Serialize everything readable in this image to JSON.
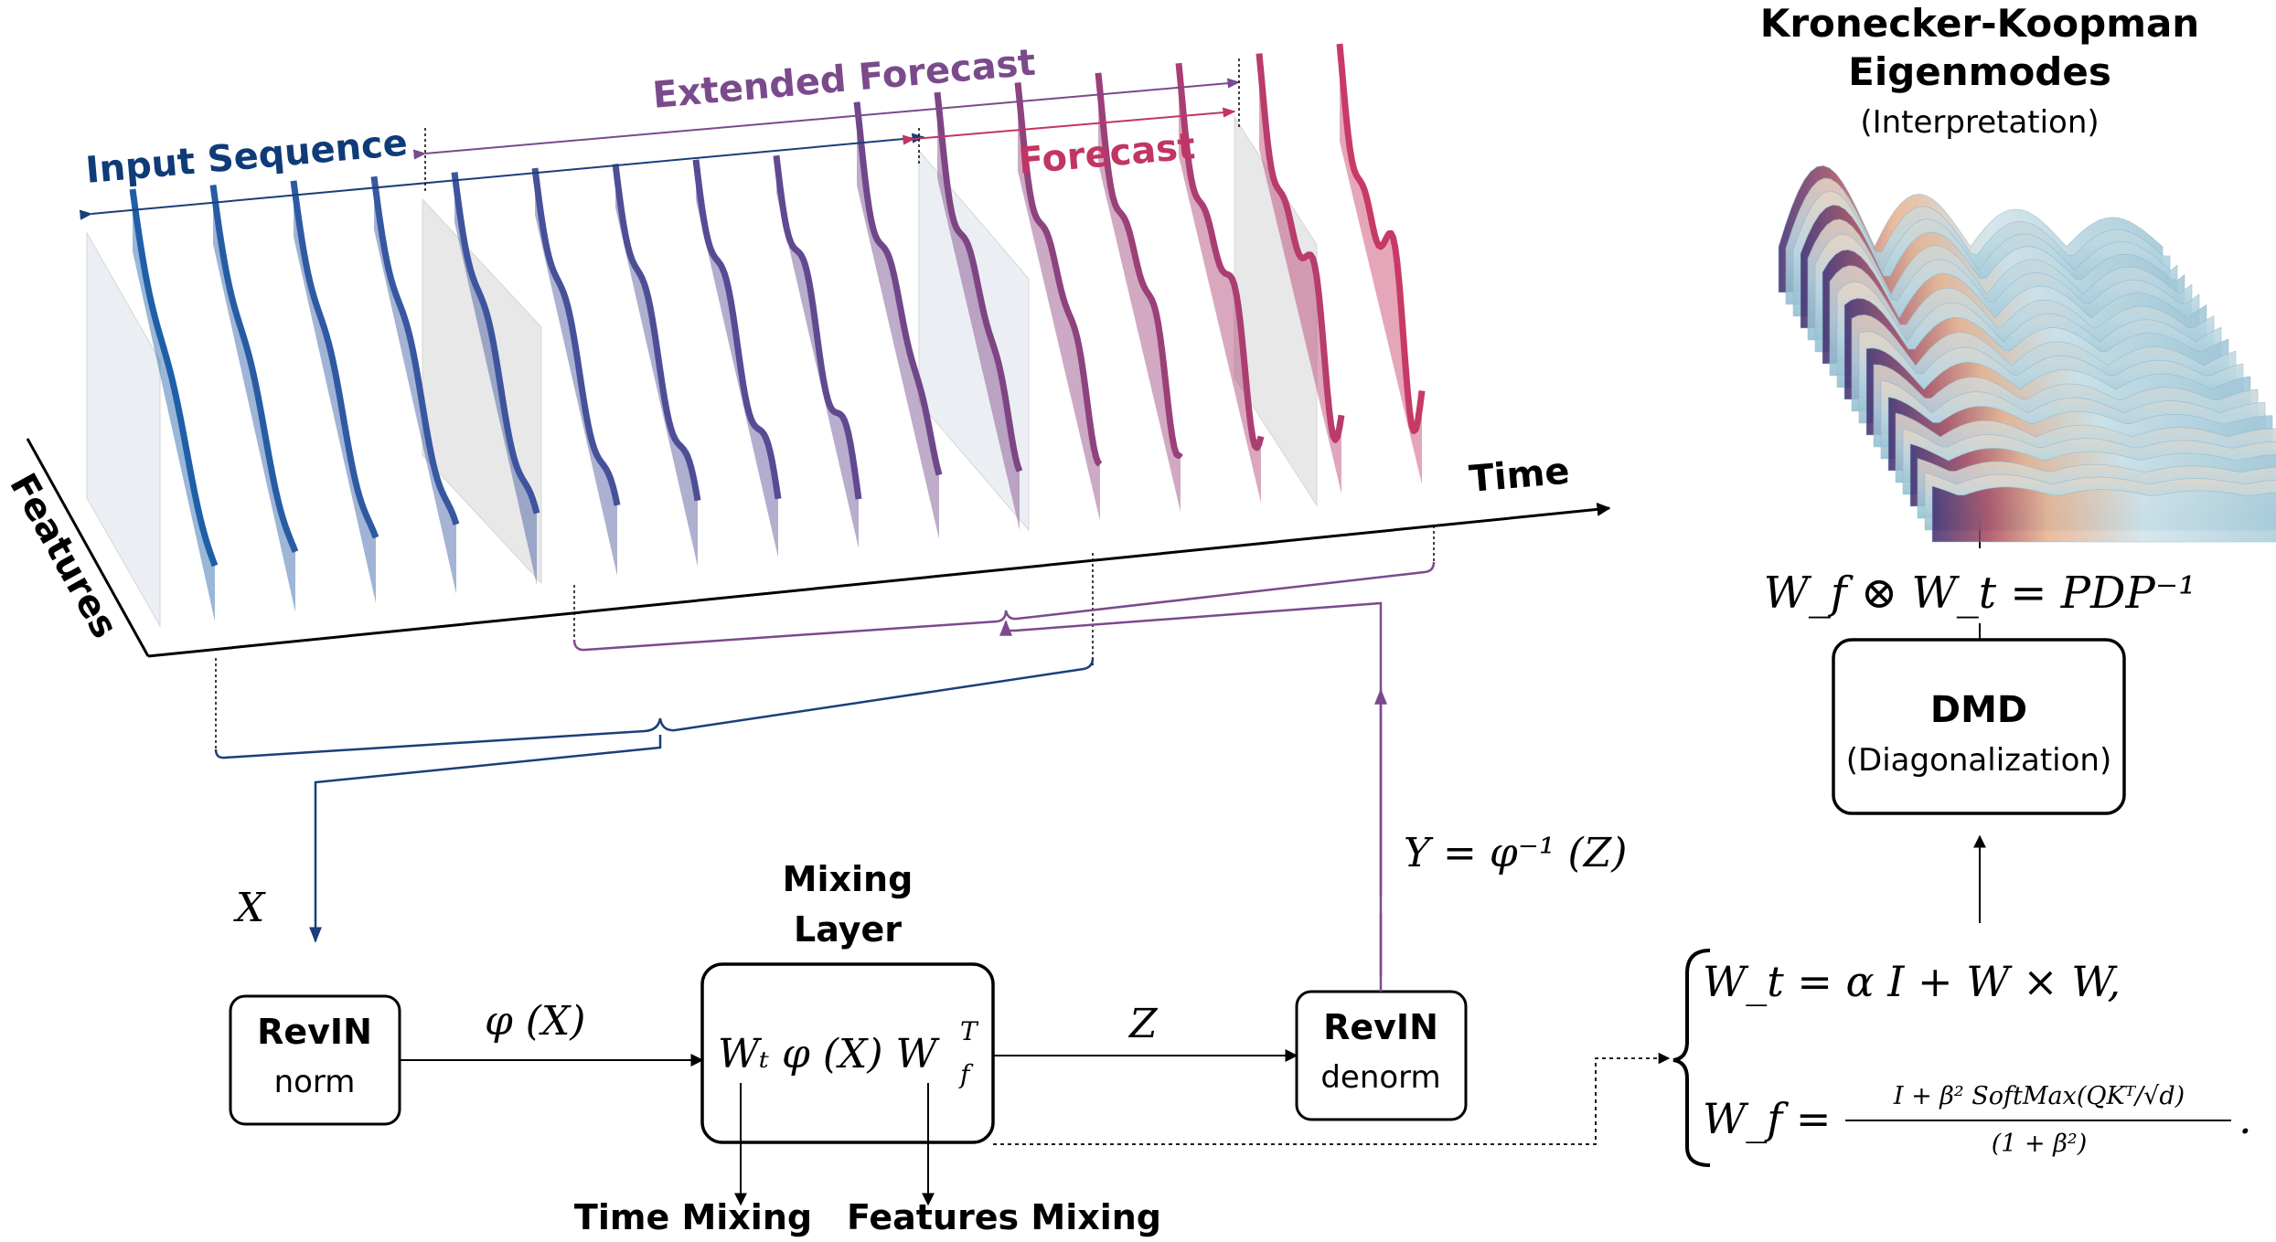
{
  "labels": {
    "input_sequence": "Input Sequence",
    "extended_forecast": "Extended Forecast",
    "forecast": "Forecast",
    "time_axis": "Time",
    "features_axis": "Features",
    "eigen_title_line1": "Kronecker-Koopman",
    "eigen_title_line2": "Eigenmodes",
    "eigen_subtitle": "(Interpretation)",
    "mixing_title_line1": "Mixing",
    "mixing_title_line2": "Layer",
    "time_mixing": "Time Mixing",
    "features_mixing": "Features Mixing"
  },
  "boxes": {
    "revin_norm_title": "RevIN",
    "revin_norm_sub": "norm",
    "revin_denorm_title": "RevIN",
    "revin_denorm_sub": "denorm",
    "dmd_title": "DMD",
    "dmd_sub": "(Diagonalization)"
  },
  "math": {
    "x_input": "X",
    "phi_x": "φ (X)",
    "mixing_formula": "Wₜ φ (X) W",
    "mixing_f_sub": "f",
    "mixing_T_sup": "T",
    "z_label": "Z",
    "y_formula": "Y = φ⁻¹ (Z)",
    "kronecker_formula": "W_f ⊗ W_t = PDP⁻¹",
    "wt_formula": "W_t = α I + W × W,",
    "wf_lhs": "W_f =",
    "wf_numerator": "I + β² SoftMax(QKᵀ/√d)",
    "wf_denominator": "(1 + β²)",
    "wf_period": "."
  },
  "colors": {
    "input_blue": "#0f3b78",
    "extended_purple": "#7b4a8c",
    "forecast_red": "#c13564",
    "line_blue": "#1f5fa8",
    "line_purple": "#6a3f87",
    "line_red": "#c73a66",
    "black": "#000000"
  },
  "icons": {
    "eigen_surface": "3d-surface-plot-icon"
  }
}
